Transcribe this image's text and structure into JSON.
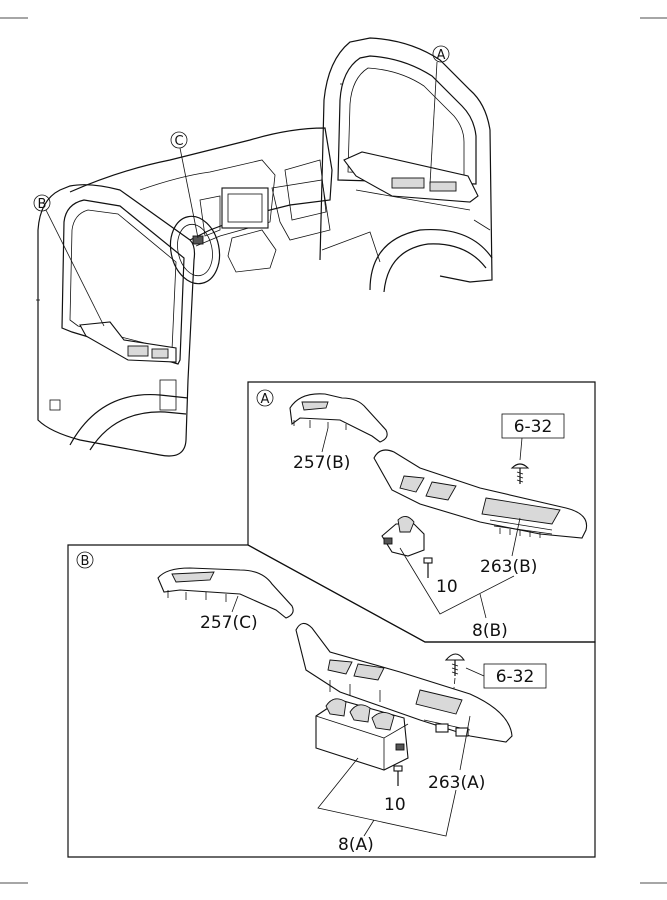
{
  "callouts": {
    "a": "A",
    "b": "B",
    "c": "C"
  },
  "detail_a": {
    "marker": "A",
    "cover_label": "257(B)",
    "ref_label": "6-32",
    "switch_screw_label": "10",
    "bezel_label": "263(B)",
    "assembly_label": "8(B)"
  },
  "detail_b": {
    "marker": "B",
    "cover_label": "257(C)",
    "ref_label": "6-32",
    "switch_screw_label": "10",
    "bezel_label": "263(A)",
    "assembly_label": "8(A)"
  }
}
